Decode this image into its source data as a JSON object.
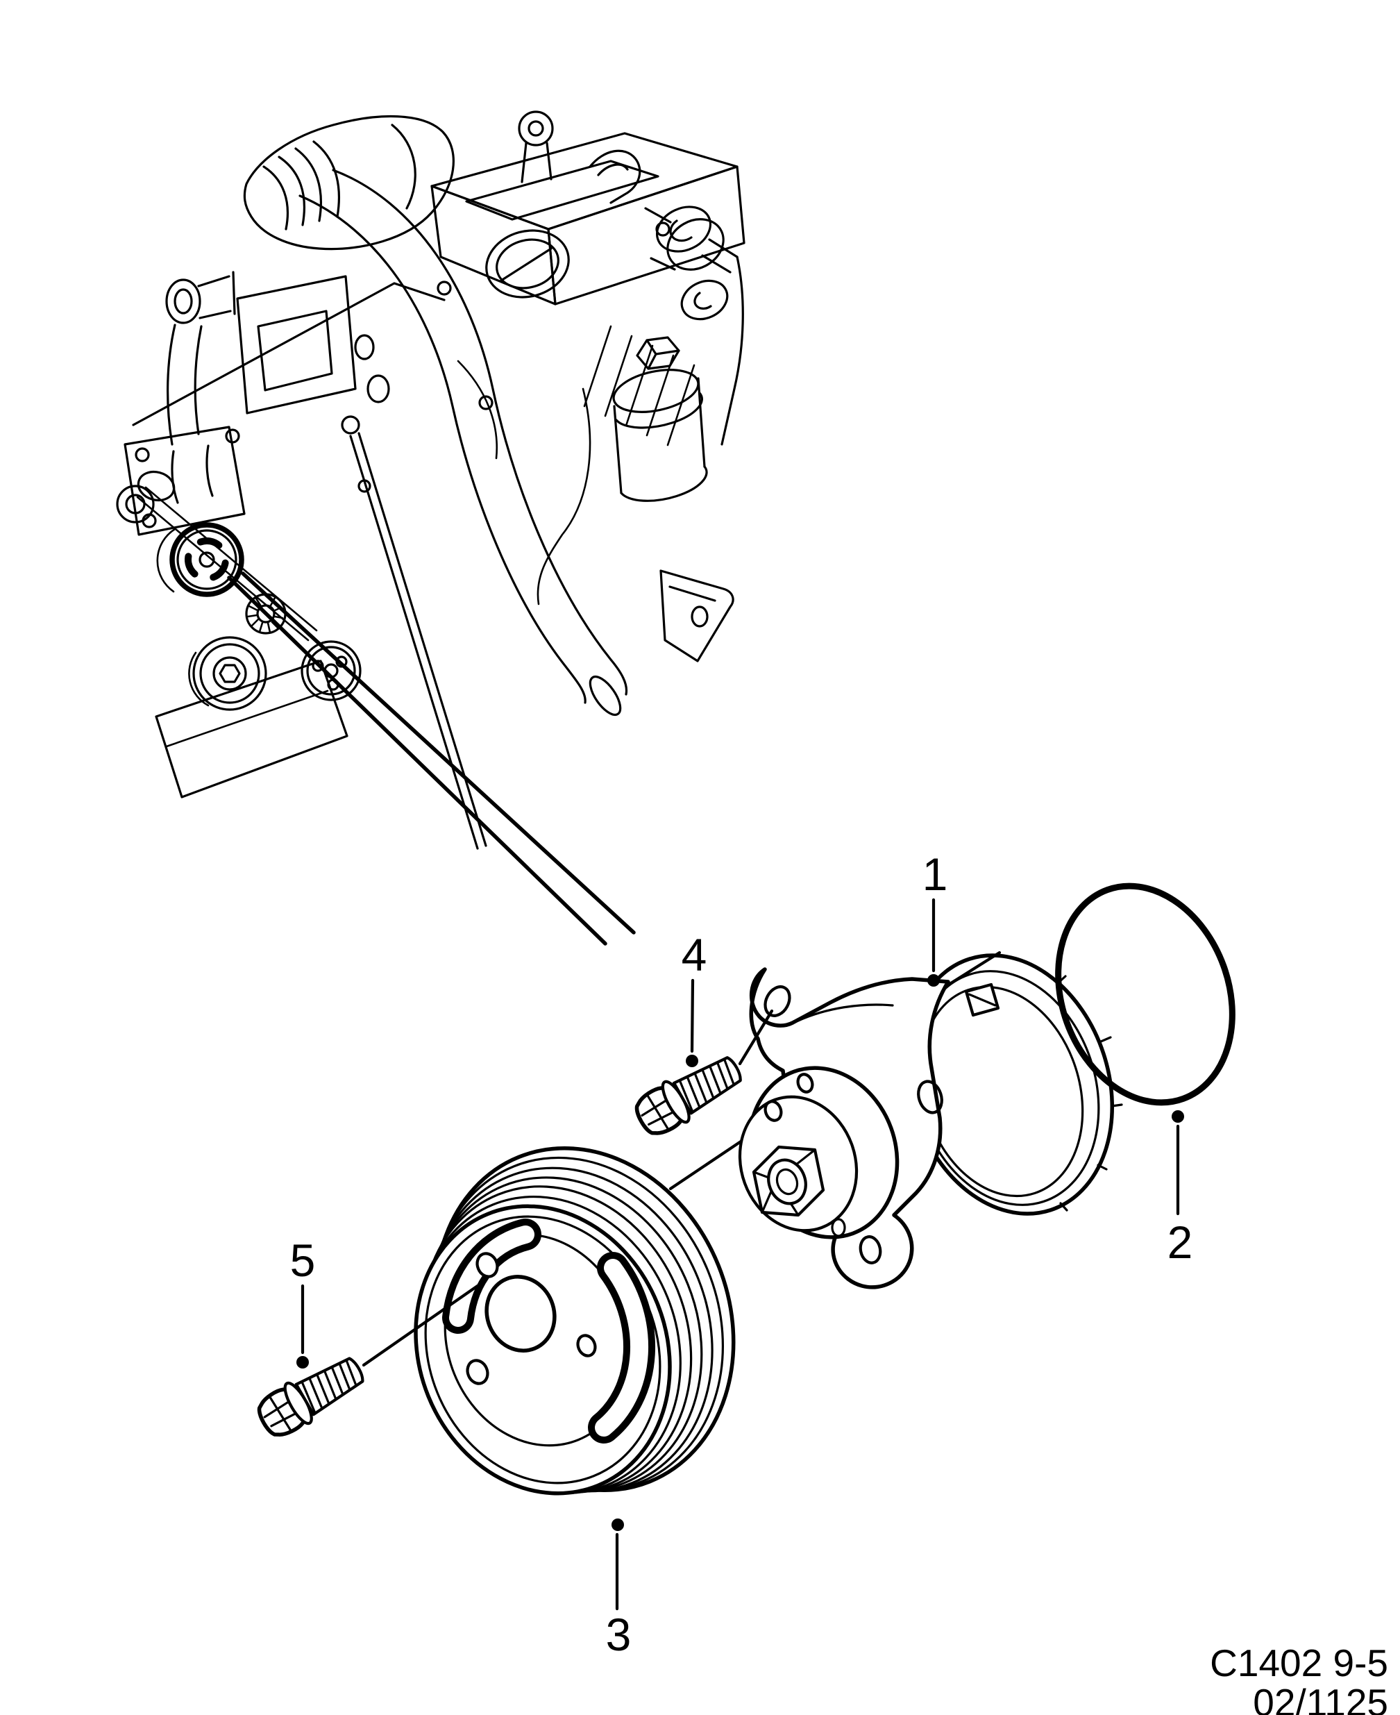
{
  "page": {
    "background_color": "#ffffff",
    "ink_color": "#000000",
    "kind": "exploded parts diagram, water pump"
  },
  "figure": {
    "callouts": [
      {
        "label": "1"
      },
      {
        "label": "2"
      },
      {
        "label": "3"
      },
      {
        "label": "4"
      },
      {
        "label": "5"
      }
    ],
    "footer": {
      "drawing_code": "C1402 9-5",
      "revision": "02/1125"
    }
  }
}
